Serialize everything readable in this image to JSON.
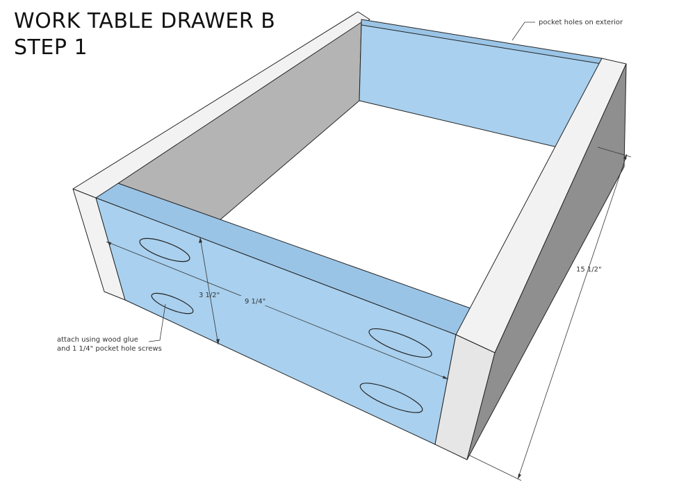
{
  "title": {
    "line1": "WORK TABLE DRAWER B",
    "line2": "STEP 1"
  },
  "annotations": {
    "pocket_exterior": "pocket holes on exterior",
    "attach_line1": "attach using wood glue",
    "attach_line2": "and 1 1/4\" pocket hole screws"
  },
  "dimensions": {
    "height": "3 1/2\"",
    "width": "9 1/4\"",
    "length": "15 1/2\""
  },
  "colors": {
    "panel_blue": "#a9d0ee",
    "panel_blue_top": "#9ac4e6",
    "side_white": "#f2f2f2",
    "side_light": "#e6e6e6",
    "side_gray": "#b4b4b4",
    "side_dark": "#8f8f8f",
    "line": "#222222"
  }
}
